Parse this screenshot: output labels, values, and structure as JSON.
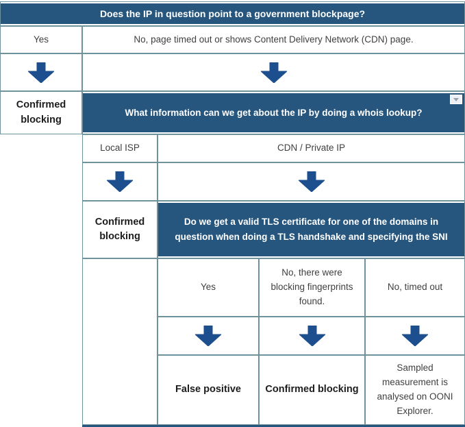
{
  "colors": {
    "question_header_bg": "#26567E",
    "header_text": "#FFFFFF",
    "flow_arrow": "#1D4F8F",
    "table_border": "#6E939D",
    "body_text": "#3F3F3F",
    "outcome_bold_text": "#1D1D1D",
    "dropdown_bg": "#EDF1F5",
    "dropdown_chevron": "#98A4AD"
  },
  "flowchart": {
    "q1": {
      "question": "Does the IP in question point to a government blockpage?",
      "answer_yes": "Yes",
      "answer_no": "No, page timed out or shows Content Delivery Network (CDN) page.",
      "outcome_yes": "Confirmed blocking"
    },
    "q2": {
      "question": "What information can we get about the IP by doing a whois lookup?",
      "answer_local_isp": "Local ISP",
      "answer_cdn": "CDN / Private IP",
      "outcome_local_isp": "Confirmed blocking"
    },
    "q3": {
      "question": "Do we get a valid TLS certificate for one of the domains in question when doing a TLS handshake and specifying the SNI",
      "answer_yes": "Yes",
      "answer_no_fingerprints": "No, there were blocking fingerprints found.",
      "answer_no_timeout": "No, timed out",
      "outcome_yes": "False positive",
      "outcome_no_fingerprints": "Confirmed blocking",
      "outcome_no_timeout": "Sampled measurement is analysed on OONI Explorer."
    }
  },
  "icons": {
    "flow_arrow": "down-arrow",
    "header_dropdown": "chevron-down"
  }
}
